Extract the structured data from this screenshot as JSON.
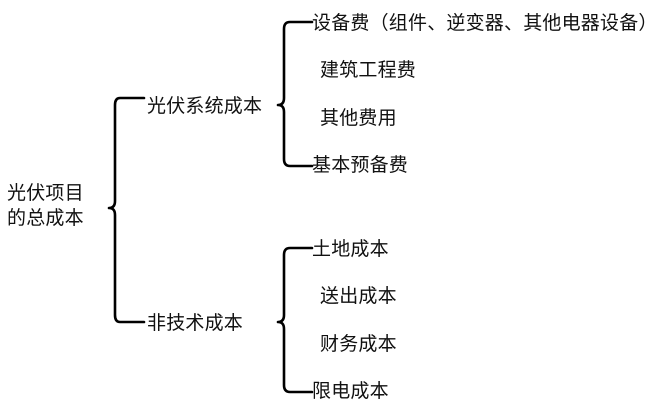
{
  "diagram": {
    "type": "tree-brace-diagram",
    "title_text": "光伏项目的总成本",
    "root": {
      "name": "root-node",
      "line1": "光伏项目",
      "line2": "的总成本"
    },
    "branches": [
      {
        "name": "branch-pv-system-cost",
        "label": "光伏系统成本",
        "leaves": [
          {
            "name": "leaf-equipment-cost",
            "label": "设备费（组件、逆变器、其他电器设备）"
          },
          {
            "name": "leaf-construction-cost",
            "label": "建筑工程费"
          },
          {
            "name": "leaf-other-cost",
            "label": "其他费用"
          },
          {
            "name": "leaf-basic-reserve-cost",
            "label": "基本预备费"
          }
        ]
      },
      {
        "name": "branch-non-technical-cost",
        "label": "非技术成本",
        "leaves": [
          {
            "name": "leaf-land-cost",
            "label": "土地成本"
          },
          {
            "name": "leaf-transmission-cost",
            "label": "送出成本"
          },
          {
            "name": "leaf-financial-cost",
            "label": "财务成本"
          },
          {
            "name": "leaf-curtailment-cost",
            "label": "限电成本"
          }
        ]
      }
    ],
    "colors": {
      "background": "#ffffff",
      "text": "#111111",
      "stroke": "#000000"
    }
  }
}
